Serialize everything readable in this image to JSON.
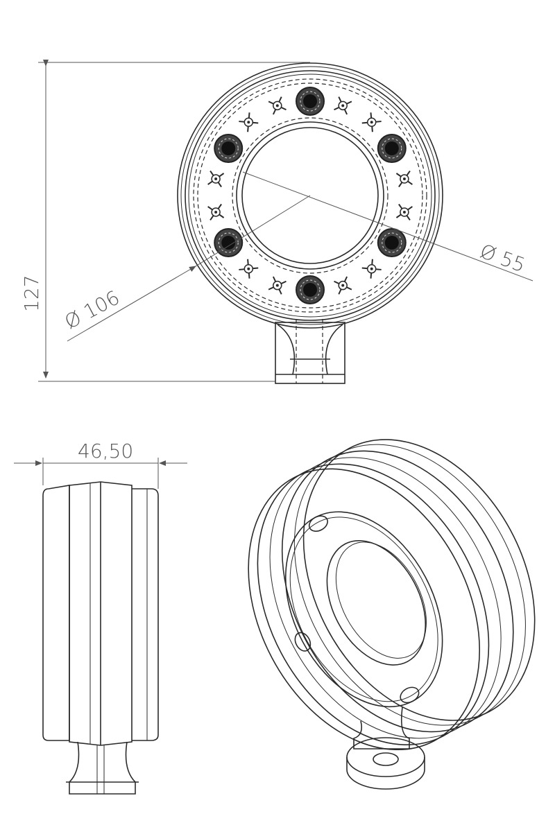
{
  "dimensions": {
    "height": "127",
    "outer_diameter": "Ø 106",
    "inner_diameter": "Ø 55",
    "depth": "46,50"
  }
}
